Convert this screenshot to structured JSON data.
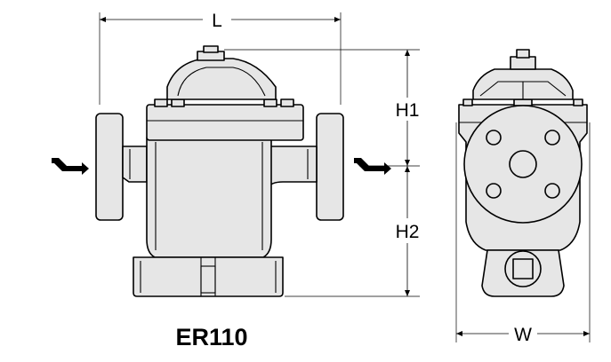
{
  "model": "ER110",
  "dimensions": {
    "length": "L",
    "height_upper": "H1",
    "height_lower": "H2",
    "width": "W"
  },
  "icons": {
    "inlet": "flow-arrow-icon",
    "outlet": "flow-arrow-icon"
  }
}
